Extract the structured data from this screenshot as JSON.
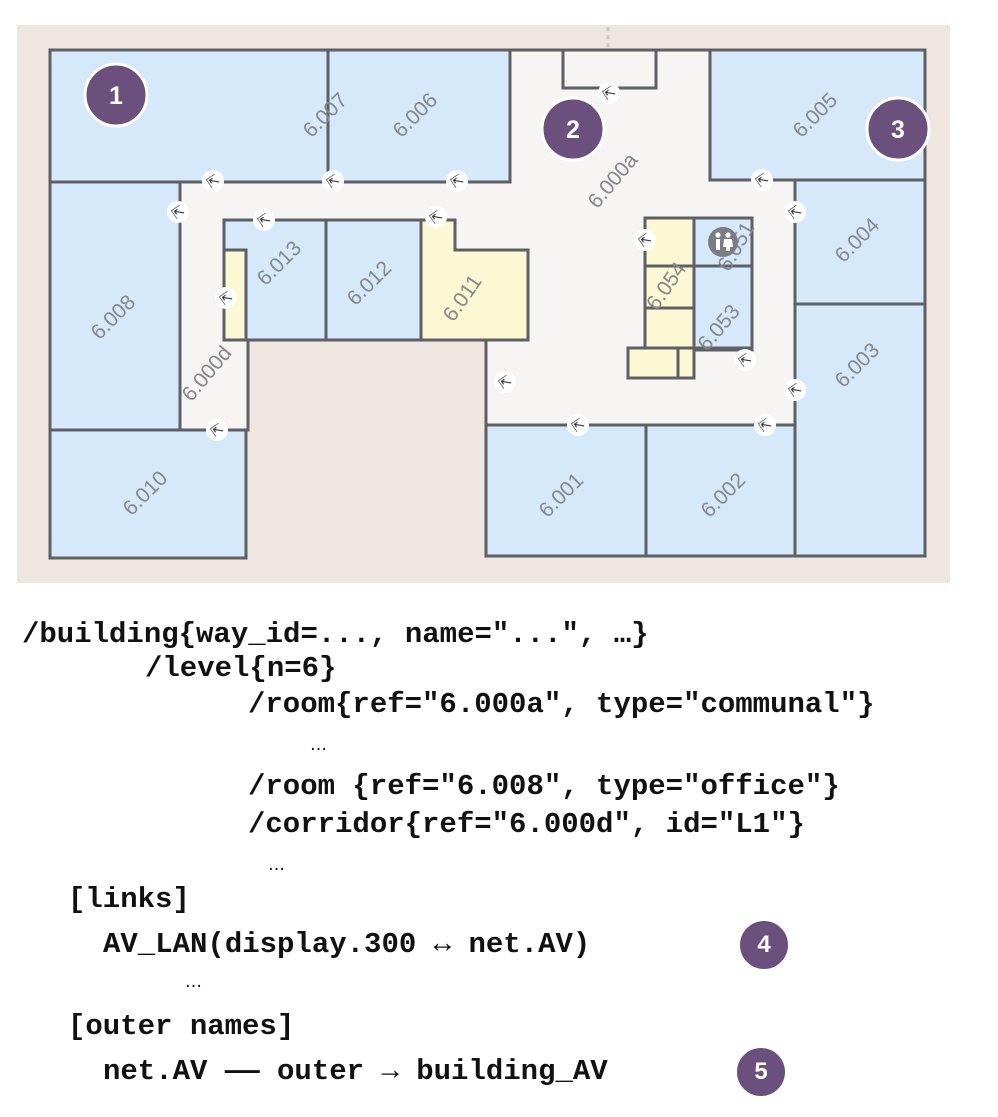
{
  "floorplan": {
    "rooms": {
      "r6007": "6.007",
      "r6006": "6.006",
      "r6005": "6.005",
      "r6000a": "6.000a",
      "r6004": "6.004",
      "r6003": "6.003",
      "r6008": "6.008",
      "r6013": "6.013",
      "r6012": "6.012",
      "r6011": "6.011",
      "r6054": "6.054",
      "r6051": "6.051",
      "r6053": "6.053",
      "r6000d": "6.000d",
      "r6010": "6.010",
      "r6001": "6.001",
      "r6002": "6.002"
    },
    "callouts": {
      "c1": "1",
      "c2": "2",
      "c3": "3"
    },
    "icons": {
      "door": "door-entrance-icon",
      "toilet": "toilet-icon"
    },
    "colors": {
      "office": "#d6e9fb",
      "service": "#fbf8d3",
      "corridor": "#f6f5f3",
      "outside": "#eee6df",
      "callout": "#6b4f7c"
    }
  },
  "code": {
    "line1": "/building{way_id=..., name=\"...\", …}",
    "line2": "/level{n=6}",
    "line3": "/room{ref=\"6.000a\", type=\"communal\"}",
    "ellipsis1": "…",
    "line4": "/room {ref=\"6.008\", type=\"office\"}",
    "line5": "/corridor{ref=\"6.000d\", id=\"L1\"}",
    "ellipsis2": "…",
    "links_header": "[links]",
    "link1": "AV_LAN(display.300 ↔ net.AV)",
    "ellipsis3": "…",
    "outer_header": "[outer names]",
    "outer1": "net.AV —— outer → building_AV",
    "badge4": "4",
    "badge5": "5"
  }
}
